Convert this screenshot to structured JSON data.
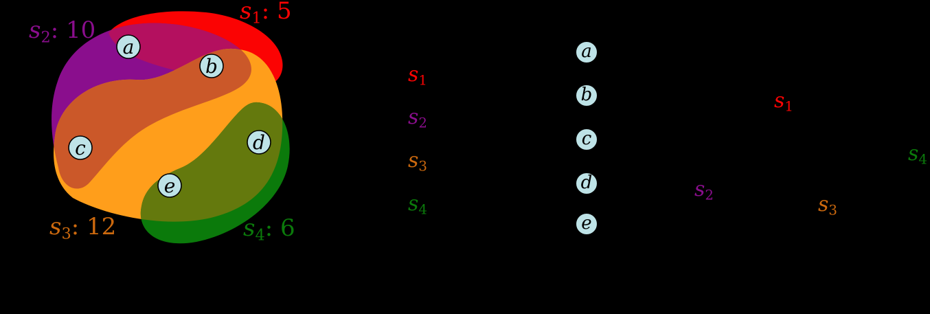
{
  "colors": {
    "background": "#000000",
    "red": "#FB0303",
    "purple": "#8A0E8D",
    "magenta": "#B4105F",
    "orange": "#FF9E1B",
    "vermilion": "#CB5829",
    "green": "#0B7A0B",
    "olive": "#64790D",
    "orange_label": "#CC690E",
    "node_fill": "#BEE3E7",
    "node_stroke": "#000000"
  },
  "venn": {
    "set_labels": [
      {
        "s": "s",
        "sub": "1",
        "rest": ": 5"
      },
      {
        "s": "s",
        "sub": "2",
        "rest": ": 10"
      },
      {
        "s": "s",
        "sub": "3",
        "rest": ": 12"
      },
      {
        "s": "s",
        "sub": "4",
        "rest": ": 6"
      }
    ],
    "elements": [
      {
        "label": "a"
      },
      {
        "label": "b"
      },
      {
        "label": "c"
      },
      {
        "label": "d"
      },
      {
        "label": "e"
      }
    ]
  },
  "bipartite": {
    "set_labels": [
      {
        "s": "s",
        "sub": "1"
      },
      {
        "s": "s",
        "sub": "2"
      },
      {
        "s": "s",
        "sub": "3"
      },
      {
        "s": "s",
        "sub": "4"
      }
    ],
    "elements": [
      {
        "label": "a"
      },
      {
        "label": "b"
      },
      {
        "label": "c"
      },
      {
        "label": "d"
      },
      {
        "label": "e"
      }
    ]
  },
  "right_graph": {
    "set_labels": [
      {
        "s": "s",
        "sub": "1"
      },
      {
        "s": "s",
        "sub": "2"
      },
      {
        "s": "s",
        "sub": "3"
      },
      {
        "s": "s",
        "sub": "4"
      }
    ]
  }
}
